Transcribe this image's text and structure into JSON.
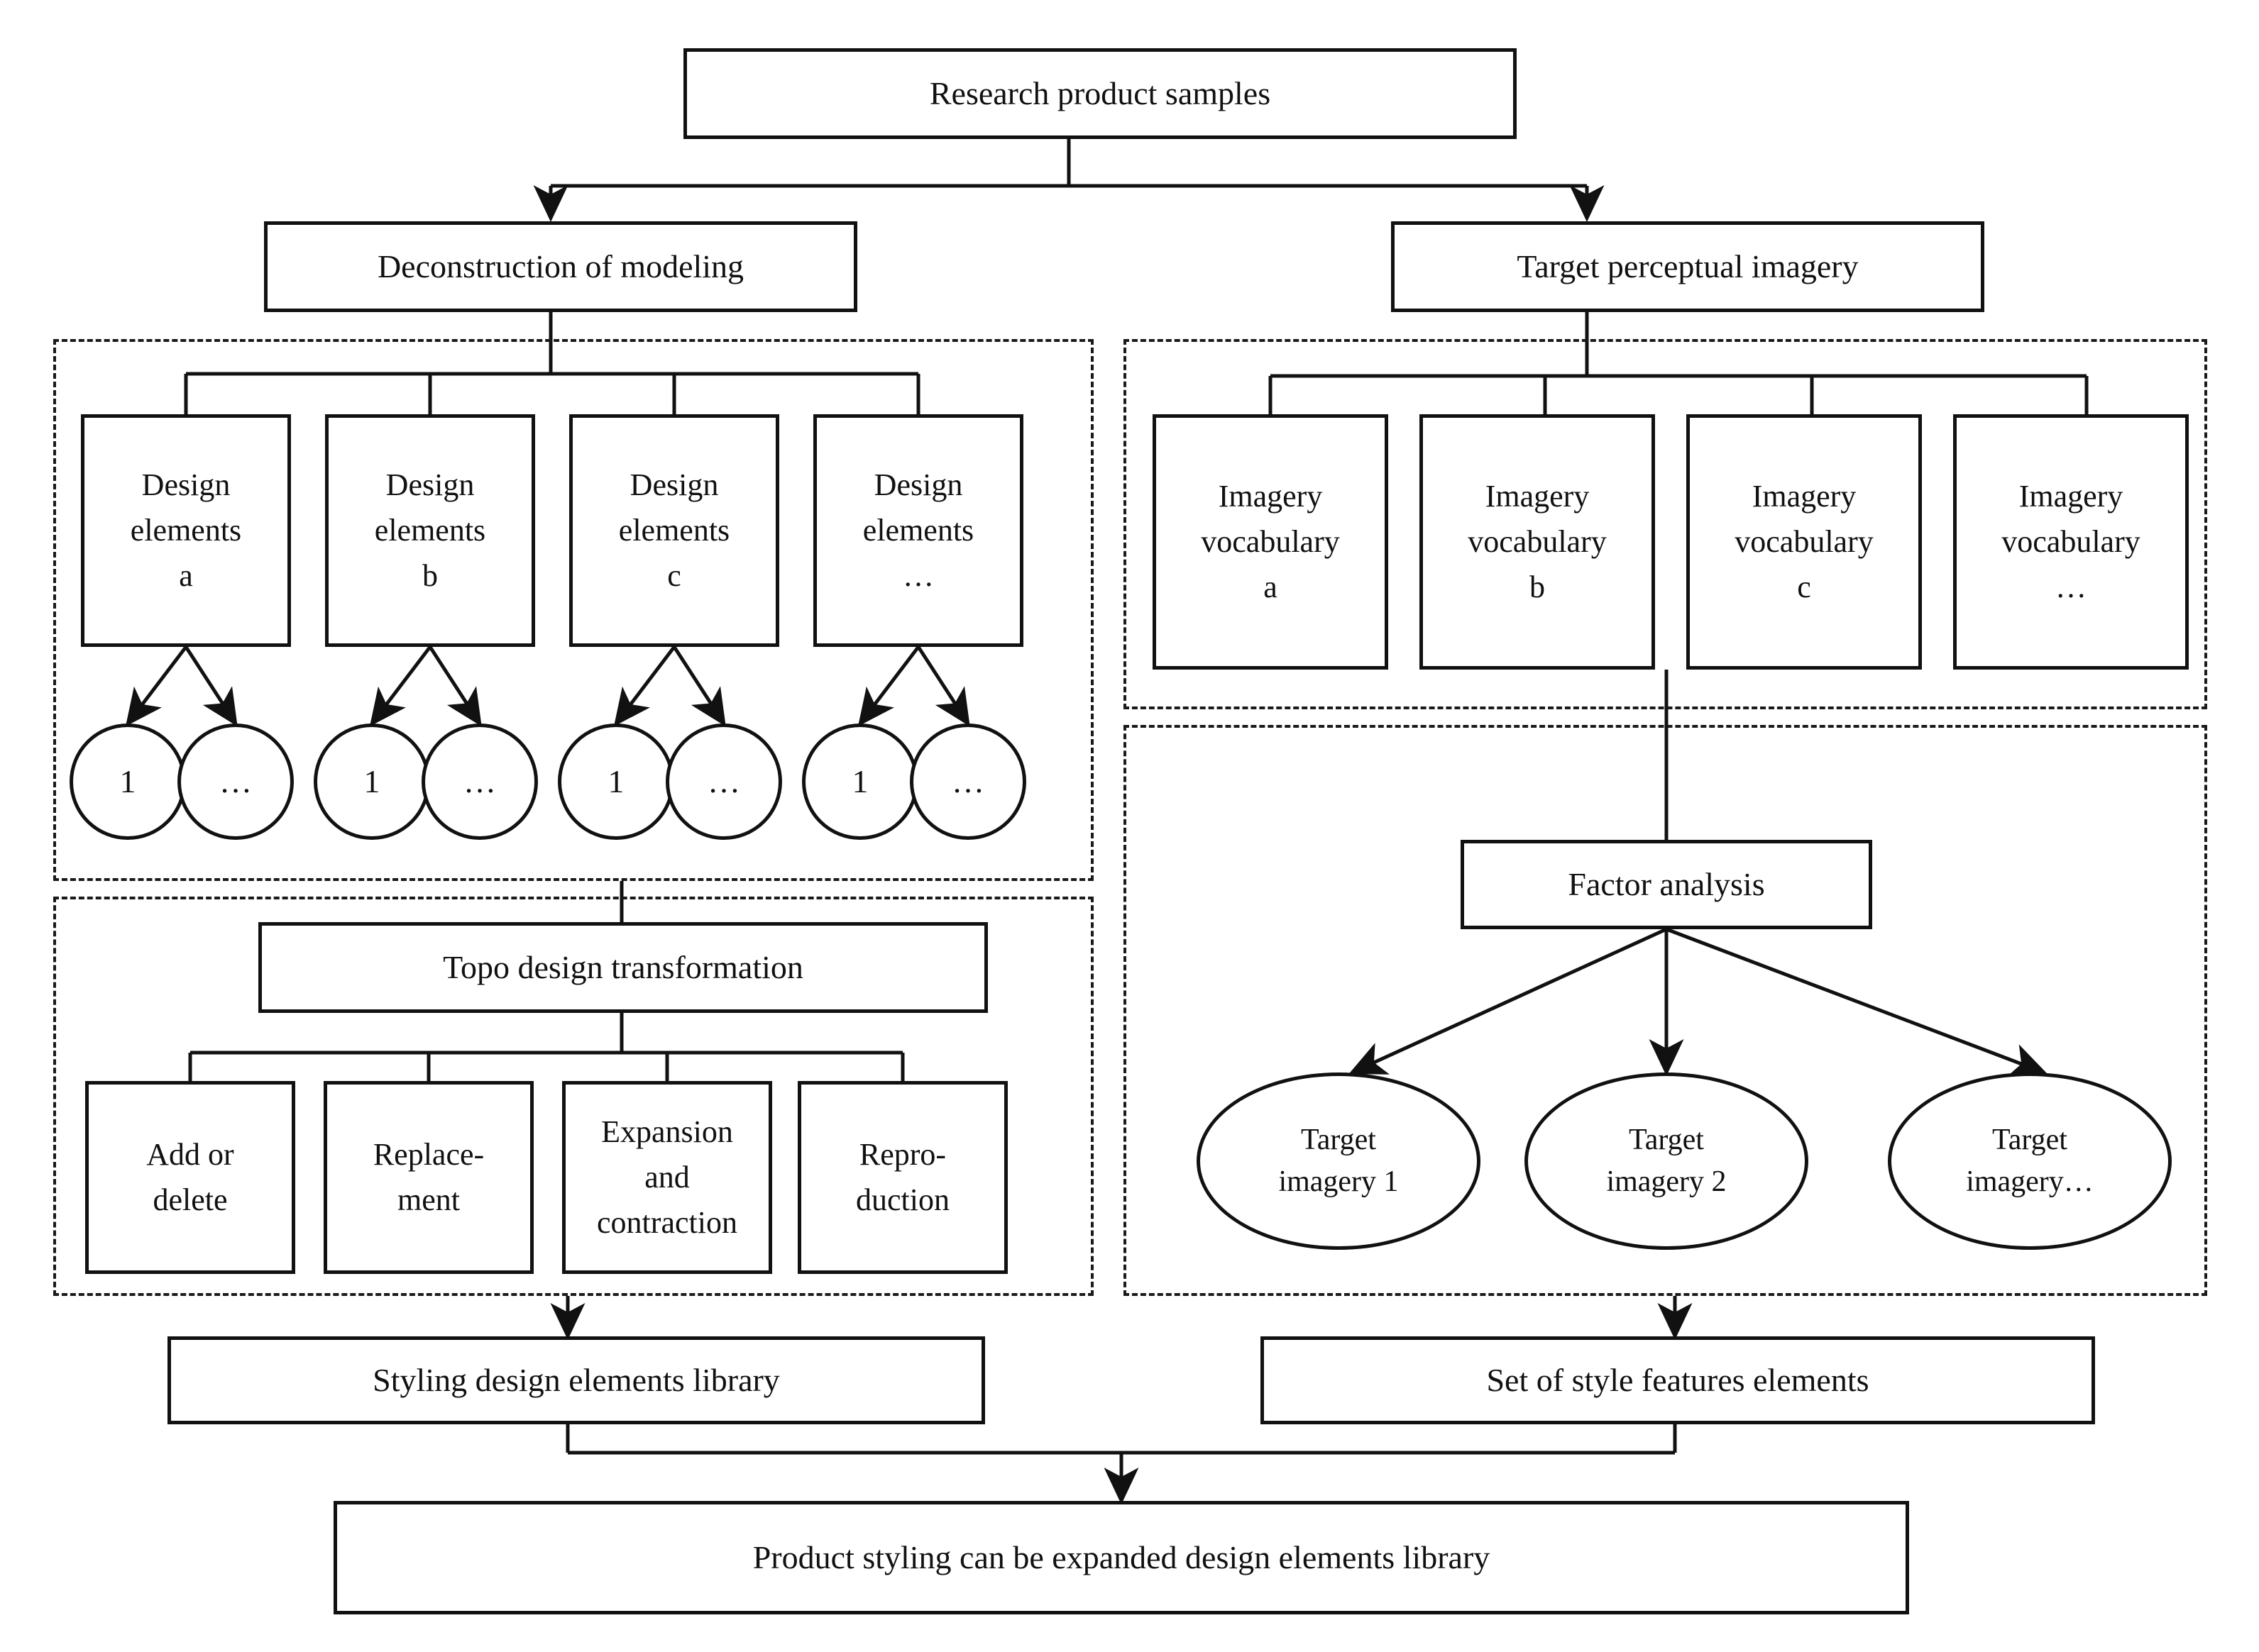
{
  "diagram": {
    "title": "Product styling design element expansion flowchart",
    "root": {
      "label": "Research product samples"
    },
    "branches": {
      "left": {
        "label": "Deconstruction of modeling"
      },
      "right": {
        "label": "Target perceptual imagery"
      }
    },
    "design_elements": [
      {
        "label": "Design\nelements\na"
      },
      {
        "label": "Design\nelements\nb"
      },
      {
        "label": "Design\nelements\nc"
      },
      {
        "label": "Design\nelements\n…"
      }
    ],
    "element_instances": [
      {
        "label": "1"
      },
      {
        "label": "…"
      },
      {
        "label": "1"
      },
      {
        "label": "…"
      },
      {
        "label": "1"
      },
      {
        "label": "…"
      },
      {
        "label": "1"
      },
      {
        "label": "…"
      }
    ],
    "imagery_vocabulary": [
      {
        "label": "Imagery\nvocabulary\na"
      },
      {
        "label": "Imagery\nvocabulary\nb"
      },
      {
        "label": "Imagery\nvocabulary\nc"
      },
      {
        "label": "Imagery\nvocabulary\n…"
      }
    ],
    "topo": {
      "label": "Topo design transformation"
    },
    "topo_operations": [
      {
        "label": "Add or\ndelete"
      },
      {
        "label": "Replace-\nment"
      },
      {
        "label": "Expansion\nand\ncontraction"
      },
      {
        "label": "Repro-\nduction"
      }
    ],
    "factor_analysis": {
      "label": "Factor analysis"
    },
    "target_imagery": [
      {
        "label": "Target\nimagery 1"
      },
      {
        "label": "Target\nimagery 2"
      },
      {
        "label": "Target\nimagery…"
      }
    ],
    "outputs": {
      "left": {
        "label": "Styling design elements library"
      },
      "right": {
        "label": "Set of style features elements"
      }
    },
    "final": {
      "label": "Product styling can be expanded design elements library"
    },
    "colors": {
      "stroke": "#111111",
      "background": "#ffffff",
      "group_border": "#1a1a1a"
    }
  }
}
